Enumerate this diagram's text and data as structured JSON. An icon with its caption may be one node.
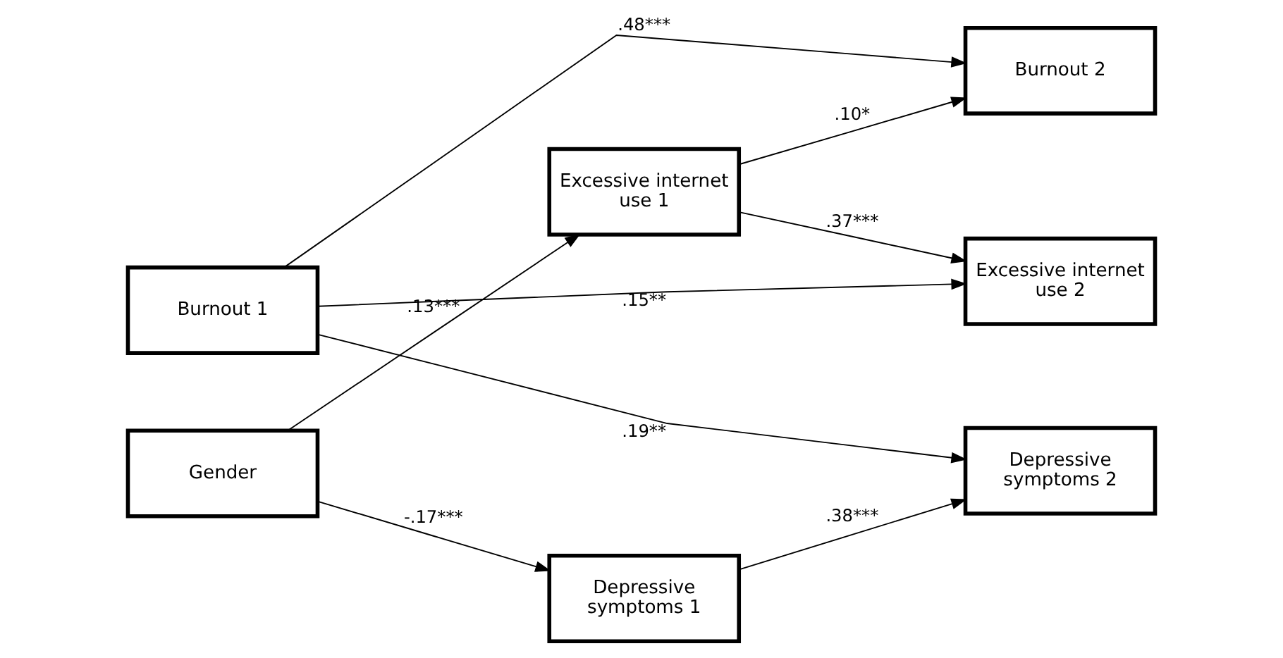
{
  "diagram": {
    "nodes": [
      {
        "text": [
          "Burnout 1"
        ]
      },
      {
        "text": [
          "Burnout 2"
        ]
      },
      {
        "text": [
          "Gender"
        ]
      },
      {
        "text": [
          "Excessive internet use 1"
        ]
      },
      {
        "text": [
          "Excessive internet use 2"
        ]
      },
      {
        "text": [
          "Depressive symptoms 1"
        ]
      },
      {
        "text": [
          "Depressive symptoms 2"
        ]
      }
    ],
    "edges": [
      {
        "from": 0,
        "to": 1,
        "arrow": "to",
        "label": ".48***"
      },
      {
        "from": 0,
        "to": 4,
        "arrow": "to",
        "label": ".15**"
      },
      {
        "from": 0,
        "to": 6,
        "arrow": "to",
        "label": ".19**"
      },
      {
        "from": 3,
        "to": 1,
        "arrow": "to",
        "label": ".10*"
      },
      {
        "from": 2,
        "to": 3,
        "arrow": "to",
        "label": ".13***"
      },
      {
        "from": 3,
        "to": 4,
        "arrow": "to",
        "label": ".37***"
      },
      {
        "from": 2,
        "to": 5,
        "arrow": "to",
        "label": "-.17***"
      },
      {
        "from": 5,
        "to": 6,
        "arrow": "to",
        "label": ".38***"
      }
    ]
  }
}
